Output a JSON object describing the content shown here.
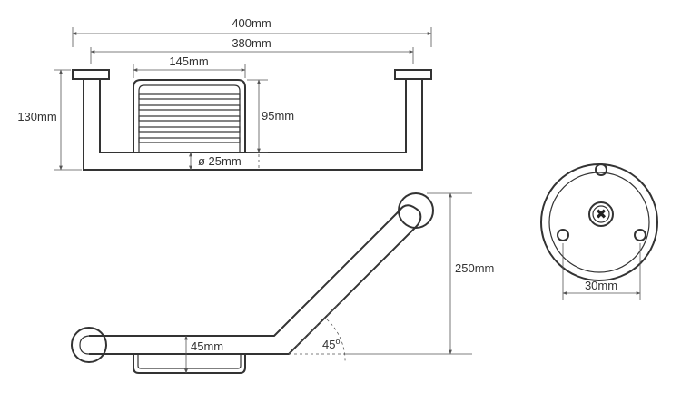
{
  "dimensions": {
    "overall_width": "400mm",
    "inner_width": "380mm",
    "basket_width": "145mm",
    "total_height": "130mm",
    "basket_height": "95mm",
    "tube_diameter": "ø 25mm",
    "rise": "250mm",
    "basket_depth": "45mm",
    "angle": "45",
    "angle_unit": "o",
    "flange_screw_spacing": "30mm"
  }
}
